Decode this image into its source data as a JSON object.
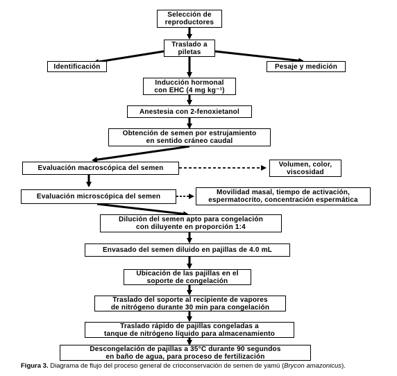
{
  "nodes": {
    "seleccion": "Selección de\nreproductores",
    "traslado_piletas": "Traslado a\npiletas",
    "identificacion": "Identificación",
    "pesaje": "Pesaje y medición",
    "induccion": "Inducción hormonal\ncon EHC (4 mg kg⁻¹)",
    "anestesia": "Anestesia con 2-fenoxietanol",
    "obtencion": "Obtención de semen por estrujamiento\nen sentido cráneo caudal",
    "eval_macro": "Evaluación macroscópica del semen",
    "volumen": "Volumen, color,\nviscosidad",
    "eval_micro": "Evaluación microscópica del semen",
    "movilidad": "Movilidad masal, tiempo de activación,\nespermatocrito, concentración espermática",
    "dilucion": "Dilución del semen apto para congelación\ncon diluyente en proporción 1:4",
    "envasado": "Envasado del semen diluido en pajillas de 4.0 mL",
    "ubicacion": "Ubicación de las pajillas en el\nsoporte de congelación",
    "traslado_soporte": "Traslado del soporte al recipiente de vapores\nde nitrógeno durante 30 min para congelación",
    "traslado_rapido": "Traslado rápido de pajillas congeladas a\ntanque de nitrógeno líquido para almacenamiento",
    "descongelacion": "Descongelación de pajillas a 35°C durante 90 segundos\nen baño de agua, para proceso de fertilización"
  },
  "caption": {
    "label": "Figura 3.",
    "text": "Diagrama de flujo del proceso general de crioconservación de semen de yamú (",
    "species": "Brycon amazonicus",
    "end": ")."
  }
}
